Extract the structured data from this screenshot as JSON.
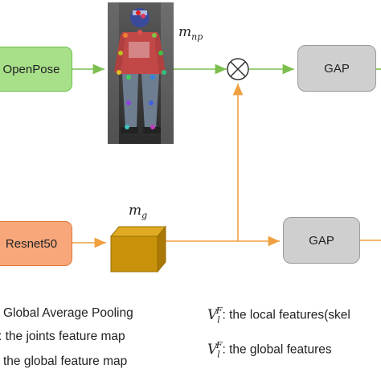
{
  "nodes": {
    "openpose": "OpenPose",
    "resnet": "Resnet50",
    "gap_top": "GAP",
    "gap_bottom": "GAP"
  },
  "labels": {
    "m_np": {
      "base": "m",
      "sub": "np"
    },
    "m_g": {
      "base": "m",
      "sub": "g"
    }
  },
  "legend": {
    "left": [
      "Global Average Pooling",
      ": the joints feature map",
      "the global feature map"
    ],
    "right": [
      {
        "symbol": "V",
        "sub": "l",
        "sup": "F",
        "text": ": the local features(skel"
      },
      {
        "symbol": "V",
        "sub": "l",
        "sup": "F",
        "text": ": the global features"
      }
    ]
  },
  "colors": {
    "green_arrow": "#7dbf4e",
    "orange_arrow": "#f0a040",
    "cube": "#c8920a"
  }
}
